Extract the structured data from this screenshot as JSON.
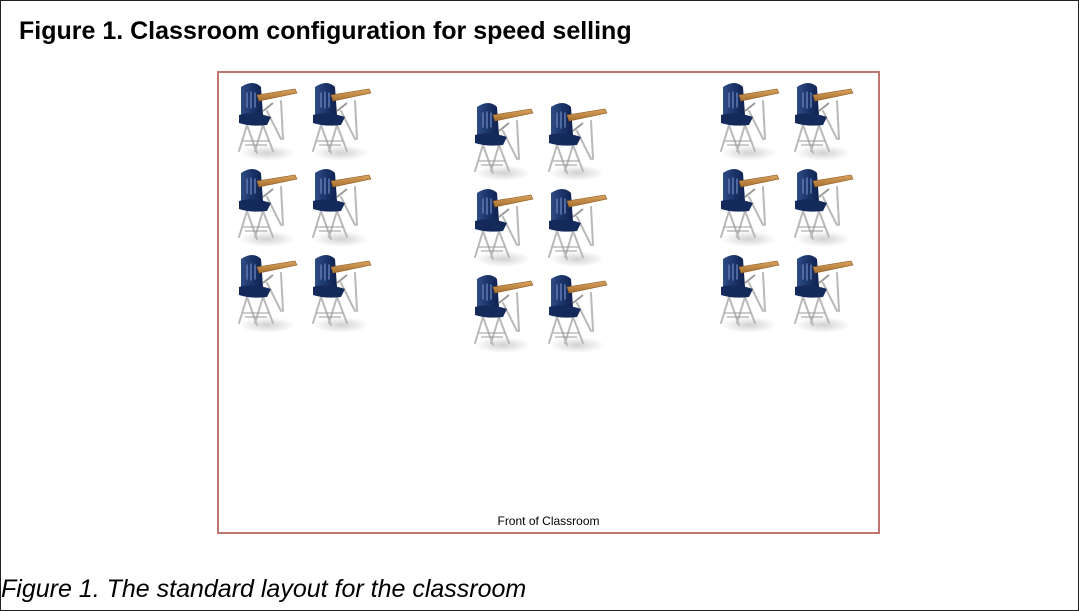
{
  "figure": {
    "heading": "Figure 1. Classroom configuration for speed selling",
    "caption": "Figure 1. The standard layout for the classroom",
    "room_label": "Front of Classroom",
    "desk_groups": [
      {
        "group": "left",
        "rows": 3,
        "desks_per_row": 2
      },
      {
        "group": "center",
        "rows": 3,
        "desks_per_row": 2
      },
      {
        "group": "right",
        "rows": 3,
        "desks_per_row": 2
      }
    ],
    "colors": {
      "border": "#bf766f",
      "chair_seat": "#1f3a6e",
      "desk_top": "#c48a45",
      "frame": "#c0c0c0"
    }
  }
}
